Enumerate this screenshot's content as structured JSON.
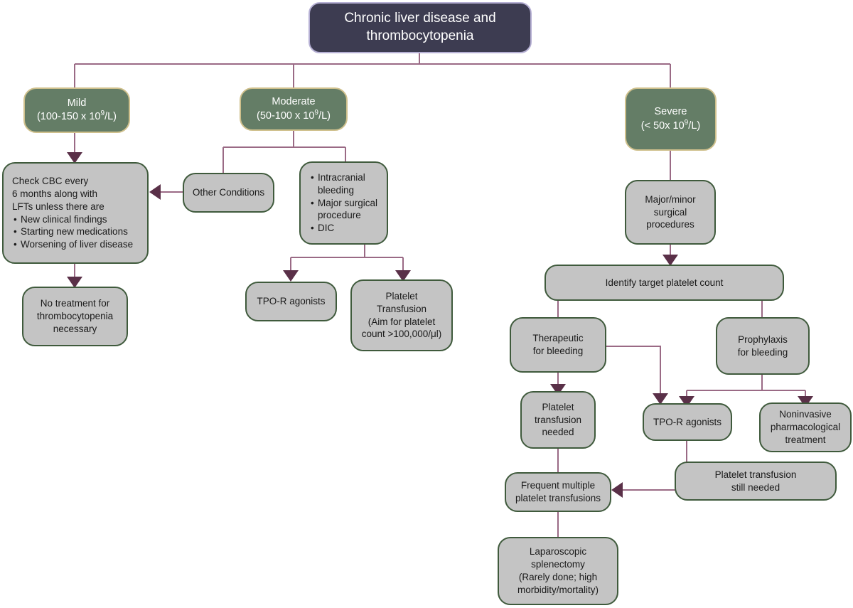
{
  "title": {
    "line1": "Chronic liver disease and",
    "line2": "thrombocytopenia"
  },
  "mild": {
    "label": "Mild",
    "range_pre": "(100-150 x 10",
    "range_sup": "9",
    "range_post": "/L)"
  },
  "moderate": {
    "label": "Moderate",
    "range_pre": "(50-100 x 10",
    "range_sup": "9",
    "range_post": "/L)"
  },
  "severe": {
    "label": "Severe",
    "range_pre": "(< 50x 10",
    "range_sup": "9",
    "range_post": "/L)"
  },
  "check_cbc": {
    "lines": [
      "Check CBC every",
      "6 months along with",
      "LFTs unless there are"
    ],
    "bullets": [
      "New clinical findings",
      "Starting new medications",
      "Worsening of liver disease"
    ]
  },
  "no_treatment": {
    "lines": [
      "No treatment for",
      "thrombocytopenia",
      "necessary"
    ]
  },
  "other_conditions": {
    "text": "Other Conditions"
  },
  "moderate_conditions": {
    "bullets": [
      "Intracranial bleeding",
      "Major surgical procedure",
      "DIC"
    ]
  },
  "tpo_moderate": {
    "text": "TPO-R agonists"
  },
  "platelet_transfusion_moderate": {
    "lines": [
      "Platelet",
      "Transfusion",
      "(Aim for platelet",
      "count >100,000/μl)"
    ]
  },
  "surgical": {
    "lines": [
      "Major/minor",
      "surgical",
      "procedures"
    ]
  },
  "identify_target": {
    "text": "Identify target platelet count"
  },
  "therapeutic": {
    "lines": [
      "Therapeutic",
      "for bleeding"
    ]
  },
  "prophylaxis": {
    "lines": [
      "Prophylaxis",
      "for bleeding"
    ]
  },
  "platelet_needed": {
    "lines": [
      "Platelet",
      "transfusion",
      "needed"
    ]
  },
  "tpo_severe": {
    "text": "TPO-R agonists"
  },
  "noninvasive": {
    "lines": [
      "Noninvasive",
      "pharmacological",
      "treatment"
    ]
  },
  "still_needed": {
    "lines": [
      "Platelet transfusion",
      "still needed"
    ]
  },
  "frequent": {
    "lines": [
      "Frequent multiple",
      "platelet transfusions"
    ]
  },
  "splenectomy": {
    "lines": [
      "Laparoscopic",
      "splenectomy",
      "(Rarely done; high",
      "morbidity/mortality)"
    ]
  },
  "colors": {
    "connector": "#9a6a85",
    "arrowhead": "#5a3048",
    "node_fill": "#c4c4c4",
    "node_border": "#3f5a3c",
    "severity_fill": "#647d66",
    "severity_border": "#cfc08c",
    "title_fill": "#3d3c51",
    "title_border": "#b6b0d4"
  }
}
